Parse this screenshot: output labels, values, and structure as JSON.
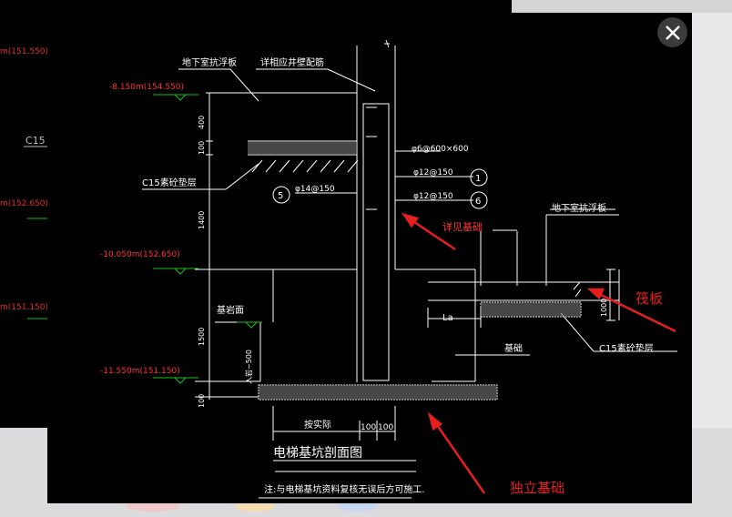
{
  "background": {
    "left_labels": [
      {
        "text": "m(151.550)"
      },
      {
        "text": "C15"
      },
      {
        "text": "m(152.650)"
      },
      {
        "text": "m(151.150)"
      }
    ]
  },
  "drawing": {
    "title": "电梯基坑剖面图",
    "note": "注:与电梯基坑资料复核无误后方可施工.",
    "labels": {
      "slab_top_left": "地下室抗浮板",
      "see_wall_reinforcement": "详相应井壁配筋",
      "elev1": "-8.150m(154.550)",
      "elev2": "-10.050m(152.650)",
      "elev3": "-11.550m(151.150)",
      "c15_left": "C15素砼垫层",
      "dim_400": "400",
      "dim_100a": "100",
      "dim_1400": "1400",
      "dim_1500": "1500",
      "dim_100b": "100",
      "dim_slope": "入岩~500",
      "rock_surface": "基岩面",
      "rebar_stirrup": "φ6@600×600",
      "rebar_1": "φ12@150",
      "rebar_2": "φ12@150",
      "rebar_5": "φ14@150",
      "circle_1": "1",
      "circle_5": "5",
      "circle_6": "6",
      "see_foundation": "详见基础",
      "slab_top_right": "地下室抗浮板",
      "la": "La",
      "foundation": "基础",
      "c15_right": "C15素砼垫层",
      "dim_right": "1000",
      "by_actual": "按实际",
      "dim_100c": "100",
      "dim_100d": "100"
    }
  },
  "annotations": {
    "raft": "筏板",
    "isolated_footing": "独立基础"
  },
  "controls": {
    "close_symbol": "✕"
  },
  "colors": {
    "drawing_line": "#ffffff",
    "elevation_text": "#ff3333",
    "ground_mark": "#19c019",
    "annotation_arrow": "#e61e1e"
  }
}
